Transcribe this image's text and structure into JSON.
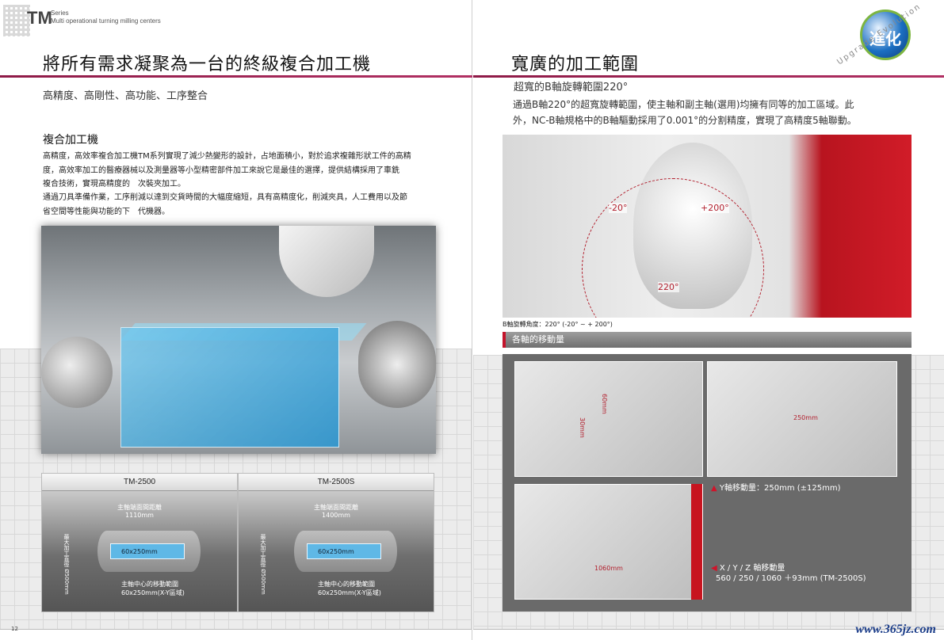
{
  "left_page": {
    "series": {
      "name": "TM",
      "small": "Series",
      "subtitle": "Multi operational turning milling centers"
    },
    "title": "將所有需求凝聚為一台的終級複合加工機",
    "features": "高精度、高剛性、高功能、工序整合",
    "section_heading": "複合加工機",
    "paragraph1_lines": [
      "高精度，高效率複合加工機TM系列實現了減少熱變形的設計，占地面積小，對於追求複雜形狀工件的高精",
      "度，高效率加工的醫療器械以及測量器等小型精密部件加工來說它是最佳的選擇，提供結構採用了車銑",
      "複合技術，實現高精度的　次裝夾加工。"
    ],
    "paragraph2_lines": [
      "通過刀具準備作業，工序削減以達到交貨時間的大幅度縮短，具有高精度化，削減夾具，人工費用以及節",
      "省空間等性能與功能的下　代機器。"
    ],
    "spec_boxes": [
      {
        "model": "TM-2500",
        "width_label": "主軸端面間距離",
        "width_value": "1110mm",
        "diameter_label": "最大加工直徑",
        "diameter_value": "Ø500mm",
        "inner_label": "60x250mm",
        "note_label": "主軸中心的移動範圍",
        "note_value": "60x250mm(X-Y區域)"
      },
      {
        "model": "TM-2500S",
        "width_label": "主軸端面間距離",
        "width_value": "1400mm",
        "diameter_label": "最大加工直徑",
        "diameter_value": "Ø500mm",
        "inner_label": "60x250mm",
        "note_label": "主軸中心的移動範圍",
        "note_value": "60x250mm(X-Y區域)"
      }
    ],
    "page_number": "12"
  },
  "right_page": {
    "title": "寬廣的加工範圍",
    "badge": {
      "text": "進化",
      "ring_text": "Upgrade Evolution"
    },
    "b_axis_heading": "超寬的B軸旋轉範圍220°",
    "paragraph_lines": [
      "通過B軸220°的超寬旋轉範圍，使主軸和副主軸(選用)均擁有同等的加工區域。此",
      "外，NC-B軸規格中的B軸驅動採用了0.001°的分割精度，實現了高精度5軸聯動。"
    ],
    "angles": {
      "neg": "-20°",
      "pos": "+200°",
      "total": "220°"
    },
    "b_caption": "B軸旋轉角度：220° (-20° ~ + 200°)",
    "axes_bar": "各軸的移動量",
    "dims": {
      "d30": "30mm",
      "d60": "60mm",
      "d250": "250mm",
      "d1060": "1060mm"
    },
    "y_axis_text": "Y軸移動量：250mm (±125mm)",
    "xyz_title": "X / Y / Z 軸移動量",
    "xyz_values": "560 / 250 / 1060 ＋93mm (TM-2500S)",
    "website": "www.365jz.com"
  }
}
